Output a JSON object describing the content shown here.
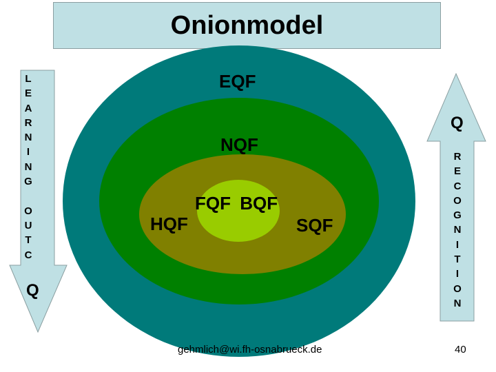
{
  "title": "Onionmodel",
  "layers": [
    {
      "label": "EQF",
      "color": "#007a7a"
    },
    {
      "label": "NQF",
      "color": "#008000"
    },
    {
      "label": "HQF",
      "color": "#808000"
    },
    {
      "label": "SQF",
      "color": "#808000"
    },
    {
      "label": "FQF BQF",
      "color": "#99cc00"
    }
  ],
  "left_arrow": {
    "letters": [
      "L",
      "E",
      "A",
      "R",
      "N",
      "I",
      "N",
      "G",
      "",
      "O",
      "U",
      "T",
      "C"
    ],
    "q_label": "Q"
  },
  "right_arrow": {
    "letters": [
      "R",
      "E",
      "C",
      "O",
      "G",
      "N",
      "I",
      "T",
      "I",
      "O",
      "N"
    ],
    "q_label": "Q"
  },
  "footer": {
    "email": "gehmlich@wi.fh-osnabrueck.de",
    "page_number": "40"
  },
  "colors": {
    "title_bg": "#bfe0e4",
    "arrow_fill": "#bfe0e4"
  }
}
